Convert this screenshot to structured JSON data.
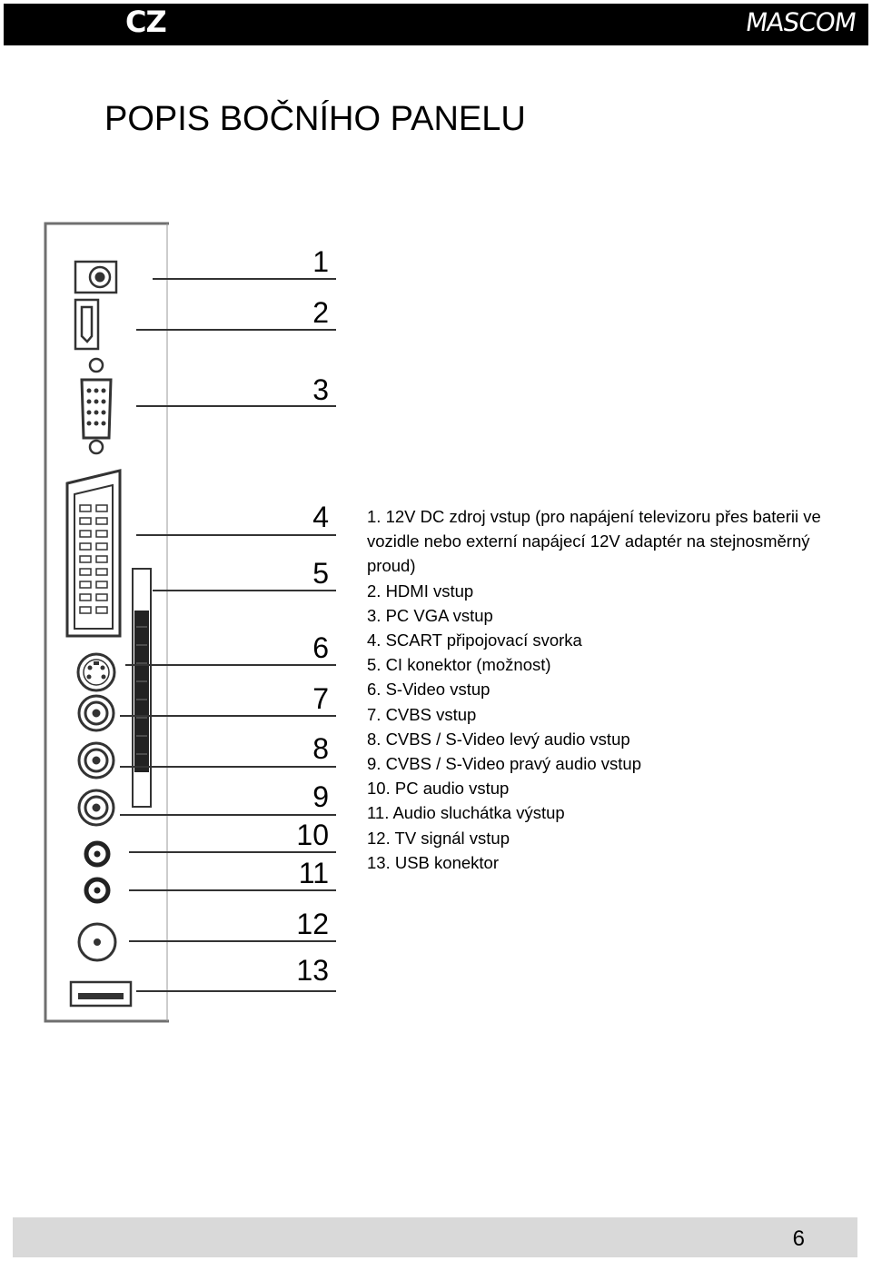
{
  "header": {
    "lang_code": "CZ",
    "brand": "MASCOM"
  },
  "page_title": "POPIS BOČNÍHO PANELU",
  "callout_numbers": [
    "1",
    "2",
    "3",
    "4",
    "5",
    "6",
    "7",
    "8",
    "9",
    "10",
    "11",
    "12",
    "13"
  ],
  "connectors": [
    {
      "id": 1,
      "text": "1. 12V DC zdroj vstup (pro napájení televizoru přes baterii ve vozidle nebo externí napájecí 12V adaptér na stejnosměrný proud)",
      "icon": "dc-jack-icon"
    },
    {
      "id": 2,
      "text": "2. HDMI vstup",
      "icon": "hdmi-port-icon"
    },
    {
      "id": 3,
      "text": "3. PC VGA vstup",
      "icon": "vga-port-icon"
    },
    {
      "id": 4,
      "text": "4. SCART připojovací svorka",
      "icon": "scart-port-icon"
    },
    {
      "id": 5,
      "text": "5. CI konektor (možnost)",
      "icon": "ci-slot-icon"
    },
    {
      "id": 6,
      "text": "6. S-Video vstup",
      "icon": "s-video-port-icon"
    },
    {
      "id": 7,
      "text": "7. CVBS vstup",
      "icon": "rca-jack-icon"
    },
    {
      "id": 8,
      "text": "8. CVBS / S-Video levý audio vstup",
      "icon": "rca-jack-icon"
    },
    {
      "id": 9,
      "text": "9. CVBS / S-Video pravý audio vstup",
      "icon": "rca-jack-icon"
    },
    {
      "id": 10,
      "text": "10. PC audio vstup",
      "icon": "mini-jack-icon"
    },
    {
      "id": 11,
      "text": "11. Audio sluchátka výstup",
      "icon": "mini-jack-icon"
    },
    {
      "id": 12,
      "text": "12. TV signál vstup",
      "icon": "antenna-port-icon"
    },
    {
      "id": 13,
      "text": "13. USB konektor",
      "icon": "usb-port-icon"
    }
  ],
  "footer": {
    "page_number": "6"
  },
  "colors": {
    "header_bg": "#000000",
    "footer_bg": "#d9d9d9"
  }
}
